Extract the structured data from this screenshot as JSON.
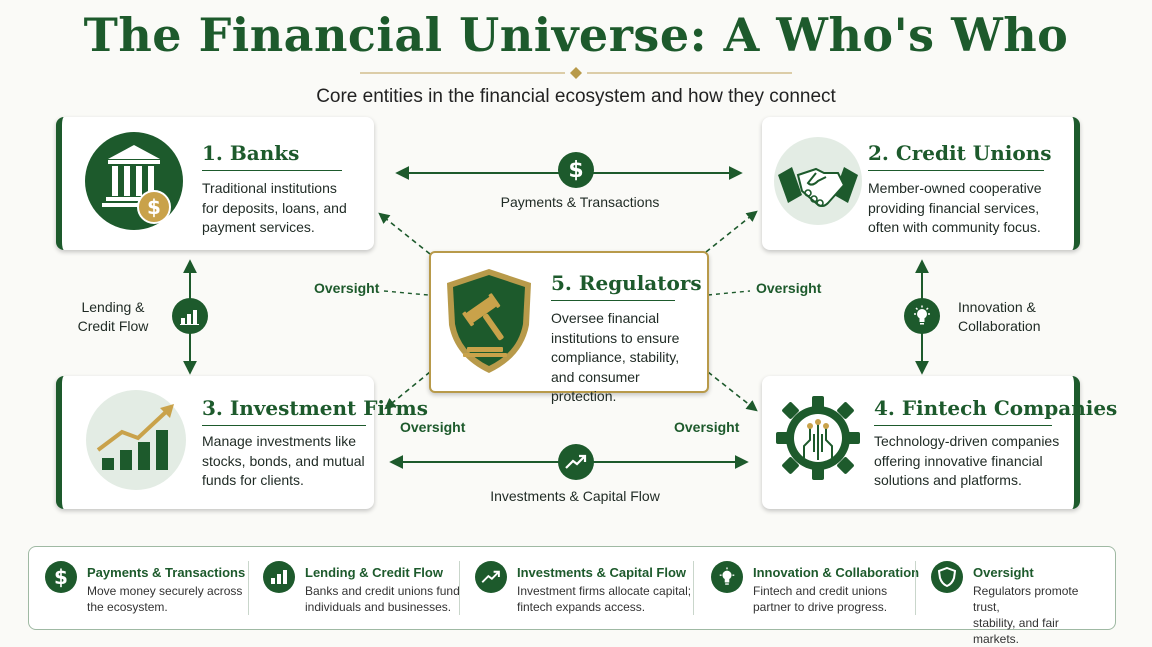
{
  "title": "The Financial Universe: A Who's Who",
  "subtitle": "Core entities in the financial ecosystem and how they connect",
  "colors": {
    "primary": "#1d5a2c",
    "gold": "#b89a4a",
    "background": "#fafaf7"
  },
  "entities": {
    "banks": {
      "title": "1. Banks",
      "desc": [
        "Traditional institutions",
        "for deposits, loans, and",
        "payment services."
      ],
      "icon": "bank-icon"
    },
    "credit_unions": {
      "title": "2. Credit Unions",
      "desc": [
        "Member-owned cooperative",
        "providing financial services,",
        "often with community focus."
      ],
      "icon": "handshake-icon"
    },
    "investment_firms": {
      "title": "3. Investment Firms",
      "desc": [
        "Manage investments like",
        "stocks, bonds, and mutual",
        "funds for clients."
      ],
      "icon": "growth-chart-icon"
    },
    "fintech": {
      "title": "4. Fintech Companies",
      "desc": [
        "Technology-driven companies",
        "offering innovative financial",
        "solutions and platforms."
      ],
      "icon": "gear-circuit-icon"
    },
    "regulators": {
      "title": "5. Regulators",
      "desc": [
        "Oversee financial",
        "institutions to ensure",
        "compliance, stability,",
        "and consumer protection."
      ],
      "icon": "shield-gavel-icon"
    }
  },
  "connections": {
    "payments": "Payments & Transactions",
    "lending": [
      "Lending &",
      "Credit Flow"
    ],
    "innovation": [
      "Innovation &",
      "Collaboration"
    ],
    "investments": "Investments & Capital Flow",
    "oversight": "Oversight"
  },
  "legend": [
    {
      "title": "Payments & Transactions",
      "desc": [
        "Move money securely across",
        "the ecosystem."
      ],
      "icon": "dollar-icon"
    },
    {
      "title": "Lending & Credit Flow",
      "desc": [
        "Banks and credit unions fund",
        "individuals and businesses."
      ],
      "icon": "bar-chart-icon"
    },
    {
      "title": "Investments & Capital Flow",
      "desc": [
        "Investment firms allocate capital;",
        "fintech expands access."
      ],
      "icon": "trend-up-icon"
    },
    {
      "title": "Innovation & Collaboration",
      "desc": [
        "Fintech and credit unions",
        "partner to drive progress."
      ],
      "icon": "lightbulb-icon"
    },
    {
      "title": "Oversight",
      "desc": [
        "Regulators promote trust,",
        "stability, and fair markets."
      ],
      "icon": "shield-icon"
    }
  ]
}
